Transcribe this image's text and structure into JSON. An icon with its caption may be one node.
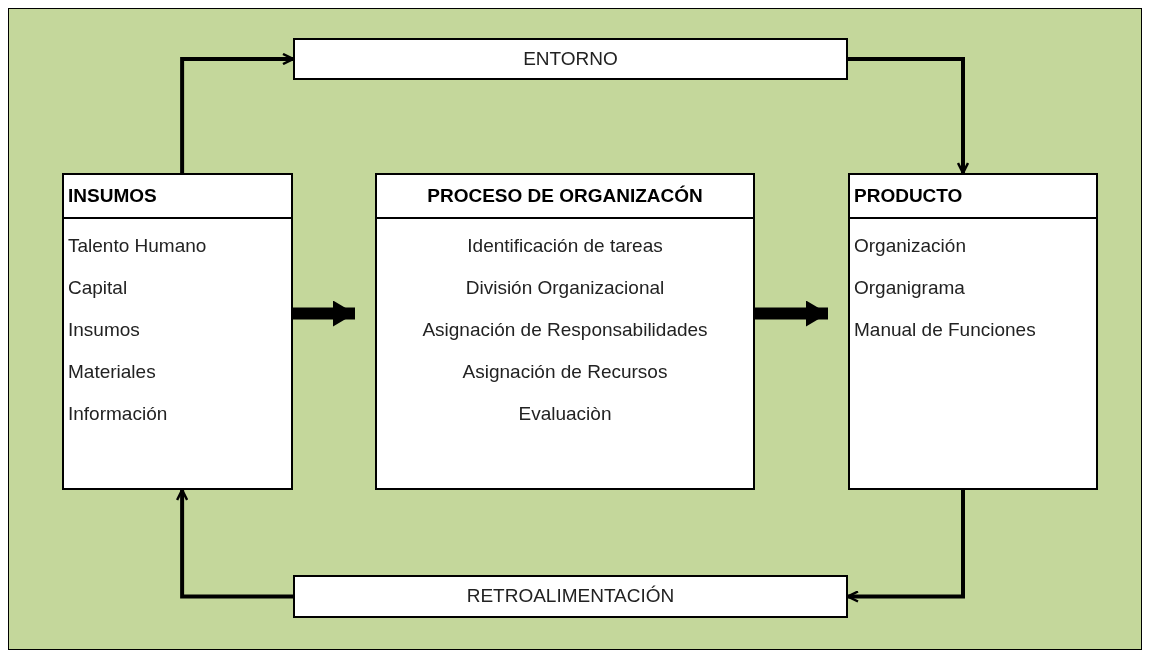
{
  "diagram": {
    "nodes": [
      {
        "text": [
          "ENTORNO"
        ]
      },
      {
        "text": [
          "INSUMOS",
          "Talento Humano",
          "Capital",
          "Insumos",
          "Materiales",
          "Información"
        ]
      },
      {
        "text": [
          "PROCESO DE ORGANIZACÓN",
          "Identificación de tareas",
          "División Organizacional",
          "Asignación de Responsabilidades",
          "Asignación de Recursos",
          "Evaluaciòn"
        ]
      },
      {
        "text": [
          "PRODUCTO",
          "Organización",
          "Organigrama",
          "Manual de Funciones"
        ]
      },
      {
        "text": [
          "RETROALIMENTACIÓN"
        ]
      }
    ],
    "edges": [
      {
        "from": 1,
        "to": 0,
        "arrow": "to"
      },
      {
        "from": 0,
        "to": 3,
        "arrow": "to"
      },
      {
        "from": 1,
        "to": 2,
        "arrow": "to",
        "style": "thick"
      },
      {
        "from": 2,
        "to": 3,
        "arrow": "to",
        "style": "thick"
      },
      {
        "from": 3,
        "to": 4,
        "arrow": "to"
      },
      {
        "from": 4,
        "to": 1,
        "arrow": "to"
      }
    ]
  }
}
